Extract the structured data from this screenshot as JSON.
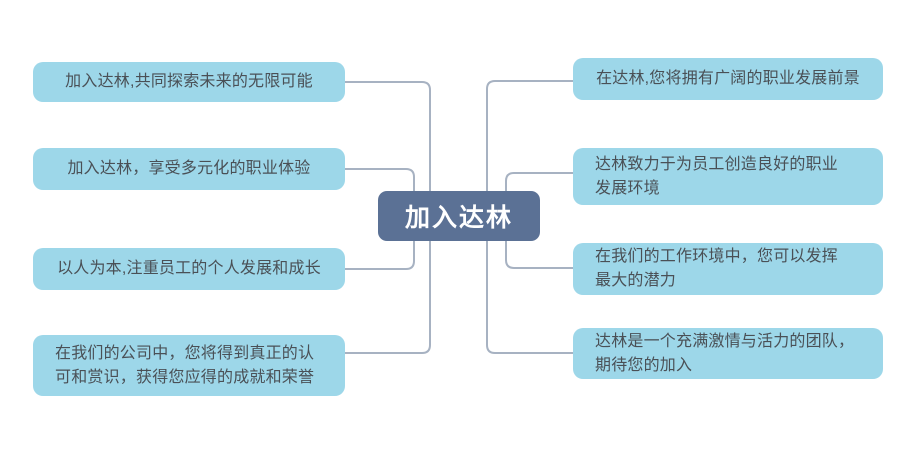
{
  "diagram": {
    "type": "mindmap",
    "root": {
      "label": "加入达林"
    },
    "left_branches": [
      {
        "label": "加入达林,共同探索未来的无限可能"
      },
      {
        "label": "加入达林，享受多元化的职业体验"
      },
      {
        "label": "以人为本,注重员工的个人发展和成长"
      },
      {
        "label": "在我们的公司中，您将得到真正的认\n可和赏识，获得您应得的成就和荣誉"
      }
    ],
    "right_branches": [
      {
        "label": "在达林,您将拥有广阔的职业发展前景"
      },
      {
        "label": "达林致力于为员工创造良好的职业\n发展环境"
      },
      {
        "label": "在我们的工作环境中，您可以发挥\n最大的潜力"
      },
      {
        "label": "达林是一个充满激情与活力的团队，\n期待您的加入"
      }
    ]
  },
  "colors": {
    "branch_fill": "#9dd7e9",
    "branch_text": "#4a5056",
    "root_fill": "#5b7195",
    "root_text": "#ffffff",
    "connector": "#a7b2c2",
    "background": "#ffffff"
  }
}
